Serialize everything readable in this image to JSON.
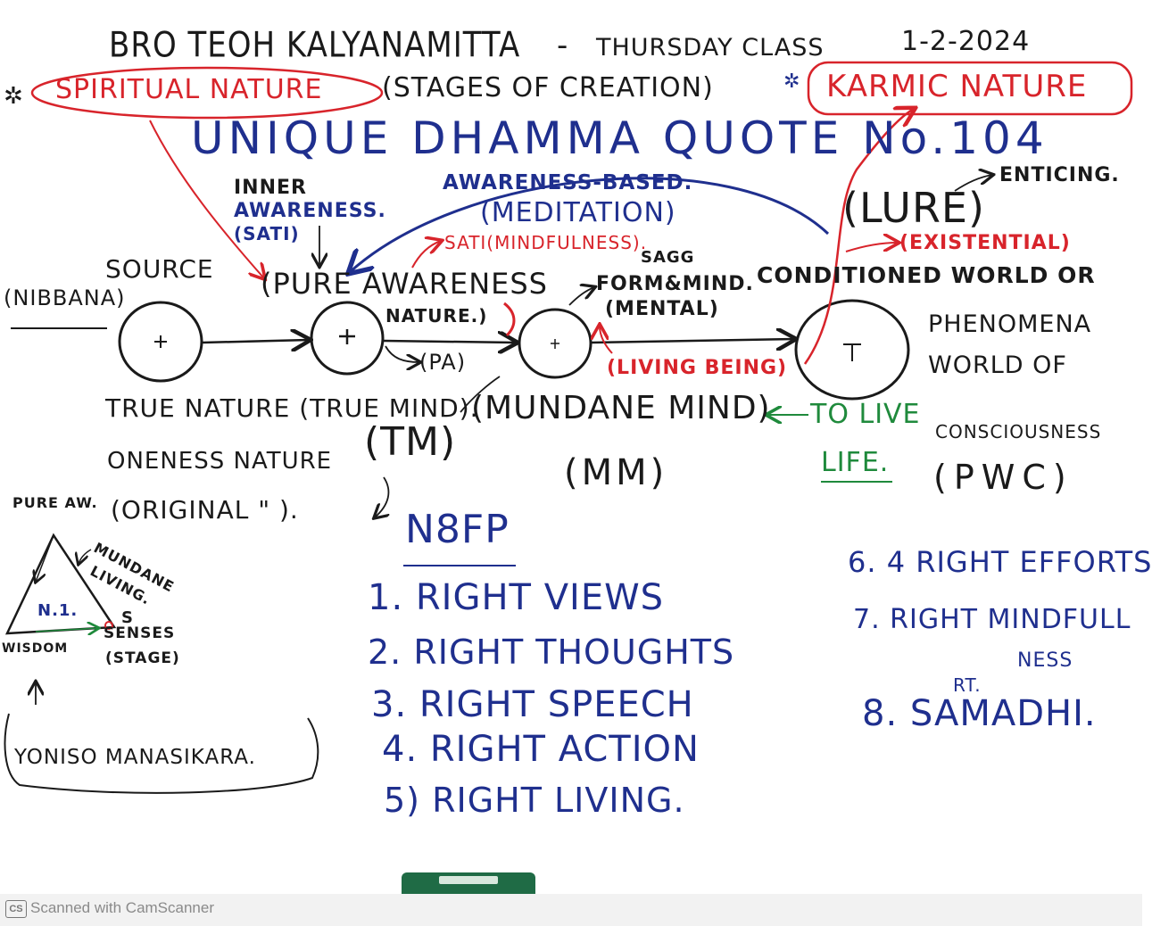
{
  "header": {
    "title_left": "BRO TEOH KALYANAMITTA",
    "dash": "-",
    "class_name": "THURSDAY CLASS",
    "date": "1-2-2024",
    "stages": "(STAGES OF CREATION)",
    "spiritual": "SPIRITUAL NATURE",
    "karmic": "KARMIC NATURE",
    "quote_title": "UNIQUE DHAMMA QUOTE No.104"
  },
  "top_labels": {
    "inner_awareness_1": "INNER",
    "inner_awareness_2": "AWARENESS.",
    "inner_awareness_3": "(SATI)",
    "awareness_based": "AWARENESS-BASED.",
    "meditation": "(MEDITATION)",
    "sati_mindfulness": "SATI(MINDFULNESS).",
    "lure": "(LURE)",
    "enticing": "ENTICING.",
    "existential": "(EXISTENTIAL)"
  },
  "stages": {
    "nibbana": "(NIBBANA)",
    "source": "SOURCE",
    "pure_awareness": "(PURE AWARENESS",
    "nature": "NATURE.)",
    "pa": "(PA)",
    "sagg": "SAGG",
    "form_mind": "FORM&MIND.",
    "mental": "(MENTAL)",
    "living_being": "(LIVING BEING)",
    "conditioned": "CONDITIONED WORLD OR",
    "phenomena": "PHENOMENA",
    "world_of": "WORLD OF",
    "consciousness": "CONSCIOUSNESS",
    "pwc": "(PWC)"
  },
  "lower_labels": {
    "true_nature": "TRUE NATURE (TRUE MIND).",
    "oneness": "ONENESS NATURE",
    "tm": "(TM)",
    "original": "(ORIGINAL \" ).",
    "mundane_mind": "(MUNDANE MIND)",
    "to_live": "TO LIVE",
    "life": "LIFE.",
    "mm": "(MM)"
  },
  "triangle": {
    "pure_aw": "PURE AW.",
    "mundane": "MUNDANE",
    "living": "LIVING.",
    "n1": "N.1.",
    "s": "S",
    "senses": "SENSES",
    "stage": "(STAGE)",
    "wisdom": "WISDOM",
    "yoniso": "YONISO MANASIKARA."
  },
  "path": {
    "heading": "N8FP",
    "items": [
      "1. RIGHT VIEWS",
      "2. RIGHT THOUGHTS",
      "3. RIGHT SPEECH",
      "4. RIGHT ACTION",
      "5) RIGHT LIVING.",
      "6. 4 RIGHT EFFORTS",
      "7. RIGHT MINDFULL",
      "NESS",
      "RT.",
      "8. SAMADHI."
    ]
  },
  "footer": {
    "cs_logo": "CS",
    "scanner_text": "Scanned with CamScanner"
  },
  "colors": {
    "black_ink": "#1a1a1a",
    "blue_ink": "#1f2f8e",
    "red_ink": "#d8242b",
    "green_ink": "#1f8a3c"
  }
}
